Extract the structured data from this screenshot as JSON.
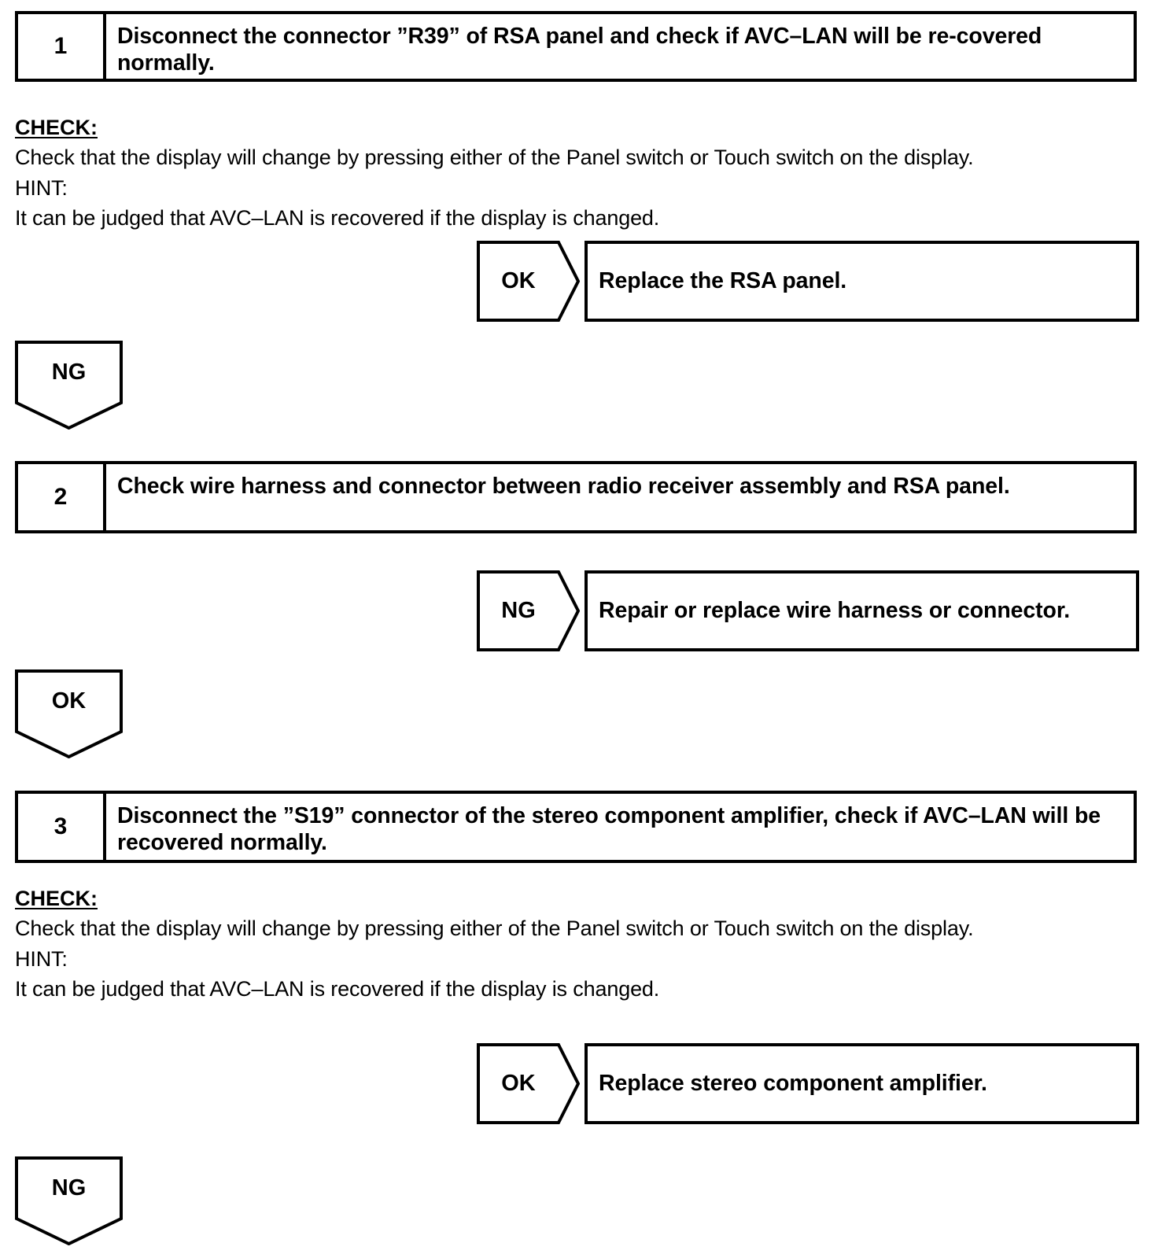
{
  "document": {
    "type": "diagnostic-flowchart",
    "title": "AVC-LAN Troubleshooting Procedure"
  },
  "steps": [
    {
      "number": "1",
      "text": "Disconnect the connector ”R39” of RSA panel and check if AVC–LAN will be re-covered normally."
    },
    {
      "number": "2",
      "text": "Check wire harness and connector between radio receiver assembly and RSA panel."
    },
    {
      "number": "3",
      "text": "Disconnect the ”S19” connector of the stereo component amplifier, check if AVC–LAN will be recovered normally."
    }
  ],
  "notes": [
    {
      "check_label": "CHECK:",
      "check_text": "Check that the display will change by pressing either of the Panel switch or Touch switch on the display.",
      "hint_label": "HINT:",
      "hint_text": "It can be judged that AVC–LAN is recovered if the display is changed."
    },
    {
      "check_label": "CHECK:",
      "check_text": "Check that the display will change by pressing either of the Panel switch or Touch switch on the display.",
      "hint_label": "HINT:",
      "hint_text": "It can be judged that AVC–LAN is recovered if the display is changed."
    }
  ],
  "results": [
    {
      "judgement": "OK",
      "action": "Replace the RSA panel."
    },
    {
      "judgement": "NG",
      "action": "Repair or replace wire harness or connector."
    },
    {
      "judgement": "OK",
      "action": "Replace stereo component amplifier."
    }
  ],
  "continuations": [
    {
      "judgement": "NG"
    },
    {
      "judgement": "OK"
    },
    {
      "judgement": "NG"
    }
  ],
  "colors": {
    "ink": "#000000",
    "paper": "#ffffff"
  }
}
